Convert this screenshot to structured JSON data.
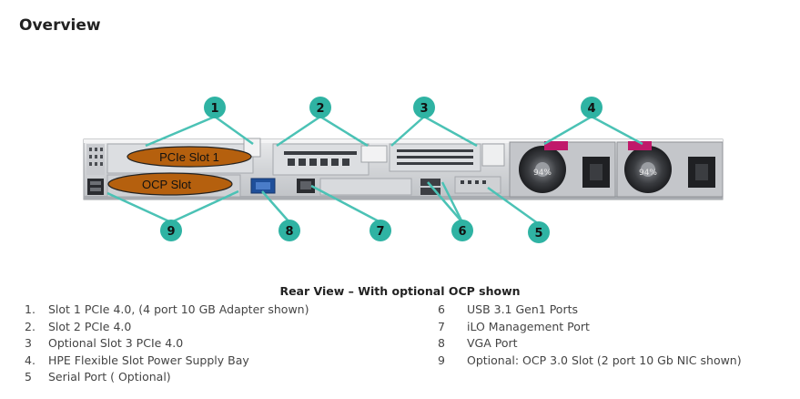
{
  "title": "Overview",
  "diagram": {
    "overlay_labels": {
      "pcie_slot_1": "PCIe Slot 1",
      "ocp_slot": "OCP Slot"
    },
    "callouts": [
      "1",
      "2",
      "3",
      "4",
      "5",
      "6",
      "7",
      "8",
      "9"
    ],
    "psu_label": "94%",
    "colors": {
      "callout_fill": "#2fb3a3",
      "callout_line": "#4bc2b5",
      "overlay_fill": "#b5600e"
    }
  },
  "caption": "Rear View – With optional OCP shown",
  "legend_left": [
    {
      "num": "1.",
      "text": "Slot 1 PCIe 4.0, (4 port 10 GB Adapter shown)"
    },
    {
      "num": "2.",
      "text": "Slot 2 PCIe 4.0"
    },
    {
      "num": "3",
      "text": "Optional Slot 3 PCIe 4.0"
    },
    {
      "num": "4.",
      "text": "HPE Flexible Slot Power Supply Bay"
    },
    {
      "num": "5",
      "text": "Serial Port ( Optional)"
    }
  ],
  "legend_right": [
    {
      "num": "6",
      "text": "USB 3.1 Gen1 Ports"
    },
    {
      "num": "7",
      "text": "iLO Management Port"
    },
    {
      "num": "8",
      "text": "VGA Port"
    },
    {
      "num": "9",
      "text": "Optional: OCP 3.0 Slot (2 port 10 Gb NIC shown)"
    }
  ]
}
